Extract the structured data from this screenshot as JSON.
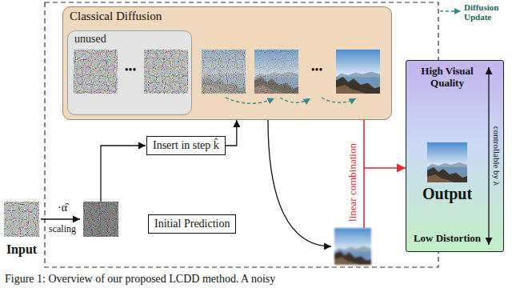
{
  "diagram": {
    "caption": "Figure 1: Overview of our proposed LCDD method. A noisy",
    "nodes": [
      {
        "text": [
          "Classical Diffusion"
        ]
      },
      {
        "text": [
          "unused"
        ],
        "in": 0
      },
      {
        "text": [
          "Insert in step k̂"
        ]
      },
      {
        "text": [
          "Initial Prediction"
        ]
      },
      {
        "text": [
          "High Visual Quality",
          "Output",
          "Low Distortion"
        ]
      }
    ],
    "edges": [
      {
        "from": 2,
        "to": 0,
        "arrow": "to"
      },
      {
        "from": 0,
        "to": 4,
        "arrow": "to",
        "label": "linear combination"
      }
    ],
    "labels": [
      "Input",
      "·α̂",
      "scaling",
      "•••",
      "•••",
      "controllable by λ"
    ],
    "legend": [
      {
        "text": "Diffusion Update"
      }
    ]
  }
}
